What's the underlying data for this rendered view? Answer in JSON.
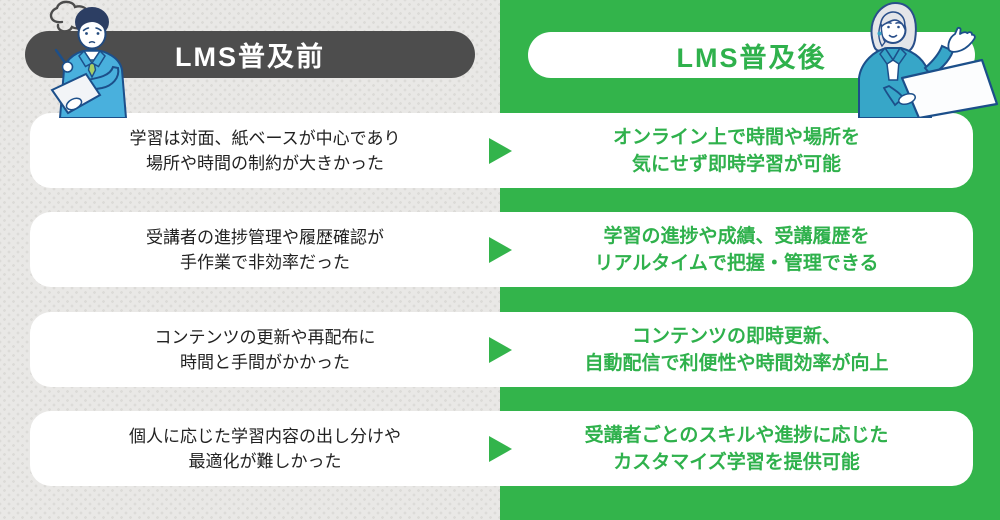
{
  "colors": {
    "green": "#33b44b",
    "green_text": "#2fb14c",
    "dark": "#4d4d4d",
    "bg_left": "#e9e8e6"
  },
  "headers": {
    "before": "LMS普及前",
    "after": "LMS普及後"
  },
  "rows": [
    {
      "before": {
        "line1": "学習は対面、紙ベースが中心であり",
        "line2": "場所や時間の制約が大きかった"
      },
      "after": {
        "line1": "オンライン上で時間や場所を",
        "line2": "気にせず即時学習が可能"
      }
    },
    {
      "before": {
        "line1": "受講者の進捗管理や履歴確認が",
        "line2": "手作業で非効率だった"
      },
      "after": {
        "line1": "学習の進捗や成績、受講履歴を",
        "line2": "リアルタイムで把握・管理できる"
      }
    },
    {
      "before": {
        "line1": "コンテンツの更新や再配布に",
        "line2": "時間と手間がかかった"
      },
      "after": {
        "line1": "コンテンツの即時更新、",
        "line2": "自動配信で利便性や時間効率が向上"
      }
    },
    {
      "before": {
        "line1": "個人に応じた学習内容の出し分けや",
        "line2": "最適化が難しかった"
      },
      "after": {
        "line1": "受講者ごとのスキルや進捗に応じた",
        "line2": "カスタマイズ学習を提供可能"
      }
    }
  ],
  "icons": {
    "arrow": "right-arrow",
    "before_illustration": "worried-businessman-with-clipboard",
    "after_illustration": "smiling-businesswoman-with-laptop"
  }
}
